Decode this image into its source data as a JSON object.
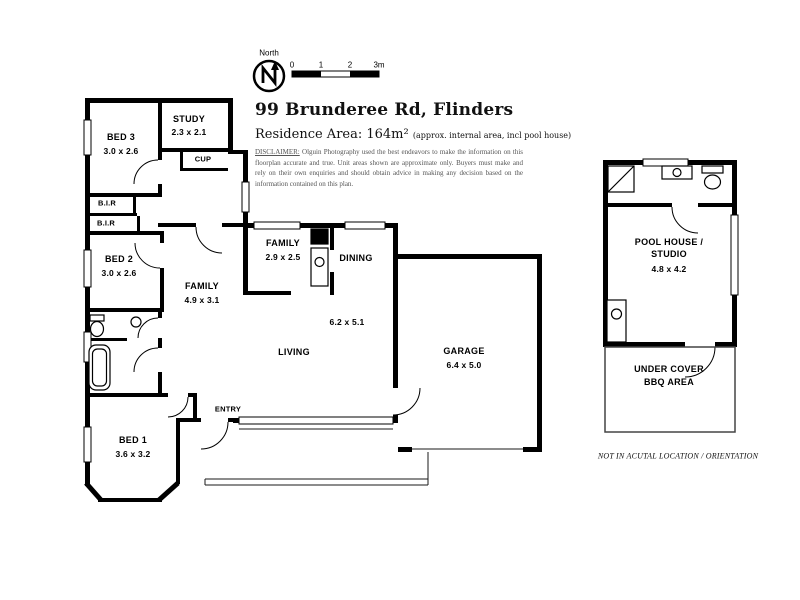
{
  "header": {
    "compass_label": "North",
    "scale_ticks": [
      "0",
      "1",
      "2",
      "3m"
    ],
    "title": "99 Brunderee Rd, Flinders",
    "area_label": "Residence Area: 164m²",
    "area_note": "(approx. internal area, incl pool house)",
    "disclaimer_label": "DISCLAIMER:",
    "disclaimer_text": " Olguin Photography used the best endeavors to make the information on this floorplan accurate and true. Unit areas shown are approximate only. Buyers must make and rely on their own enquiries and should obtain advice in making any decision based on the information contained on this plan."
  },
  "rooms": {
    "bed3": {
      "name": "BED 3",
      "dims": "3.0 x 2.6"
    },
    "study": {
      "name": "STUDY",
      "dims": "2.3 x 2.1"
    },
    "cup": {
      "name": "CUP"
    },
    "bir_top": {
      "name": "B.I.R"
    },
    "bir_bottom": {
      "name": "B.I.R"
    },
    "bed2": {
      "name": "BED 2",
      "dims": "3.0 x 2.6"
    },
    "family_small": {
      "name": "FAMILY",
      "dims": "2.9 x 2.5"
    },
    "dining": {
      "name": "DINING"
    },
    "family_large": {
      "name": "FAMILY",
      "dims": "4.9 x 3.1"
    },
    "living": {
      "name": "LIVING",
      "dims": "6.2 x 5.1"
    },
    "garage": {
      "name": "GARAGE",
      "dims": "6.4 x 5.0"
    },
    "entry": {
      "name": "ENTRY"
    },
    "bed1": {
      "name": "BED 1",
      "dims": "3.6 x 3.2"
    },
    "pool_house": {
      "name_line1": "POOL HOUSE /",
      "name_line2": "STUDIO",
      "dims": "4.8 x 4.2"
    },
    "bbq": {
      "line1": "UNDER COVER",
      "line2": "BBQ AREA"
    }
  },
  "footnote": "NOT IN ACUTAL LOCATION / ORIENTATION"
}
